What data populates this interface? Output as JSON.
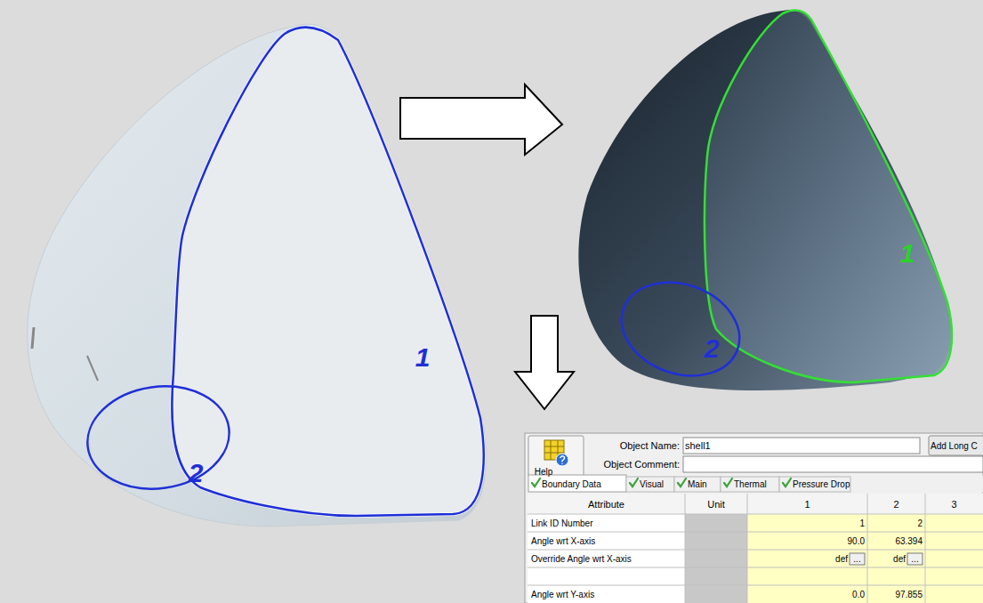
{
  "diagram": {
    "labels": [
      "1",
      "2",
      "1",
      "2",
      "Object Name:",
      "shell1",
      "Add Long C",
      "Help",
      "Object Comment:",
      "Boundary Data",
      "Visual",
      "Main",
      "Thermal",
      "Pressure Drop",
      "Attribute",
      "Unit",
      "1",
      "2",
      "3",
      "Link ID Number",
      "1",
      "2",
      "Angle wrt X-axis",
      "90.0",
      "63.394",
      "Override Angle wrt X-axis",
      "def",
      "...",
      "def",
      "...",
      "Angle wrt Y-axis",
      "0.0",
      "97.855"
    ]
  }
}
